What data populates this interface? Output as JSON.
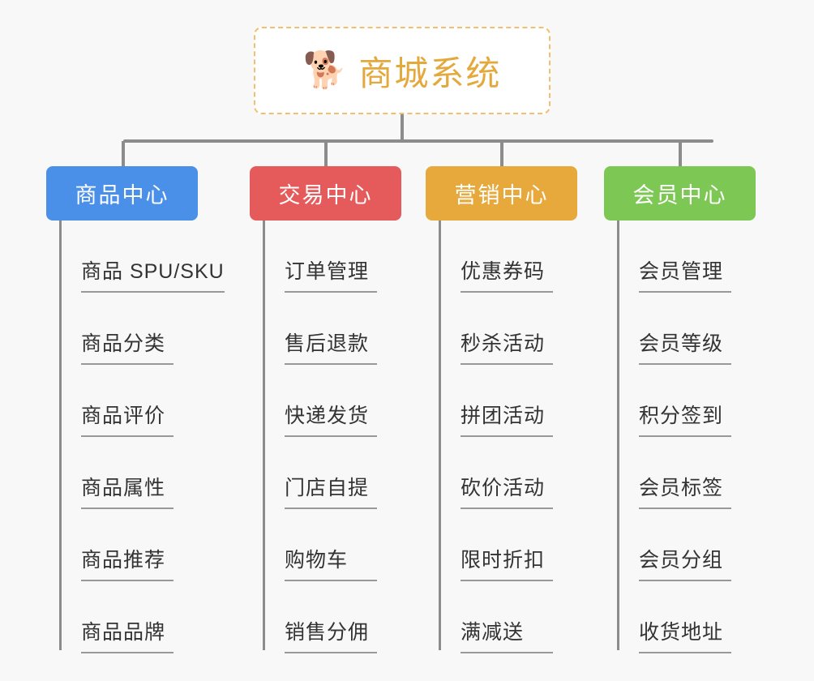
{
  "background_color": "#f8f8f8",
  "root": {
    "icon": "shiba-dog-emoji",
    "emoji": "🐕",
    "title": "商城系统",
    "title_color": "#e3a93c",
    "border_color": "#f0c070"
  },
  "columns": [
    {
      "id": "product-center",
      "header": "商品中心",
      "color": "#4a90e8",
      "items": [
        "商品 SPU/SKU",
        "商品分类",
        "商品评价",
        "商品属性",
        "商品推荐",
        "商品品牌"
      ]
    },
    {
      "id": "trade-center",
      "header": "交易中心",
      "color": "#e55b5b",
      "items": [
        "订单管理",
        "售后退款",
        "快递发货",
        "门店自提",
        "购物车",
        "销售分佣"
      ]
    },
    {
      "id": "marketing-center",
      "header": "营销中心",
      "color": "#e8a93c",
      "items": [
        "优惠券码",
        "秒杀活动",
        "拼团活动",
        "砍价活动",
        "限时折扣",
        "满减送"
      ]
    },
    {
      "id": "member-center",
      "header": "会员中心",
      "color": "#7dc855",
      "items": [
        "会员管理",
        "会员等级",
        "积分签到",
        "会员标签",
        "会员分组",
        "收货地址"
      ]
    }
  ]
}
